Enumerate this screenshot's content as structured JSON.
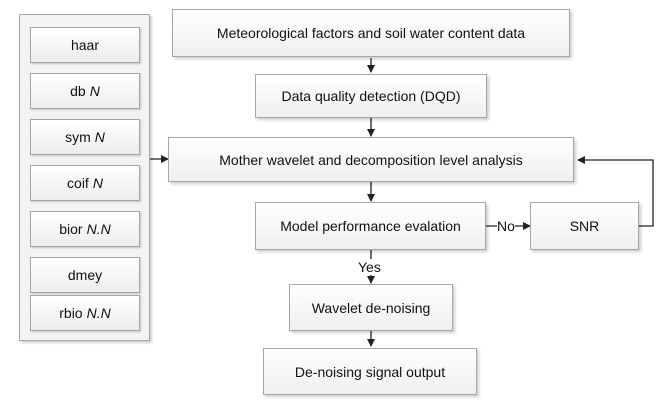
{
  "wavelets": [
    {
      "name": "haar",
      "param": ""
    },
    {
      "name": "db",
      "param": "N"
    },
    {
      "name": "sym",
      "param": "N"
    },
    {
      "name": "coif",
      "param": "N"
    },
    {
      "name": "bior",
      "param": "N.N"
    },
    {
      "name": "dmey",
      "param": ""
    },
    {
      "name": "rbio",
      "param": "N.N"
    }
  ],
  "steps": {
    "data_input": "Meteorological factors and soil water content data",
    "dqd": "Data quality detection (DQD)",
    "mother_wavelet": "Mother wavelet and decomposition level analysis",
    "performance": "Model performance evalation",
    "snr": "SNR",
    "denoising": "Wavelet de-noising",
    "output": "De-noising signal output"
  },
  "edge_labels": {
    "no": "No",
    "yes": "Yes"
  }
}
